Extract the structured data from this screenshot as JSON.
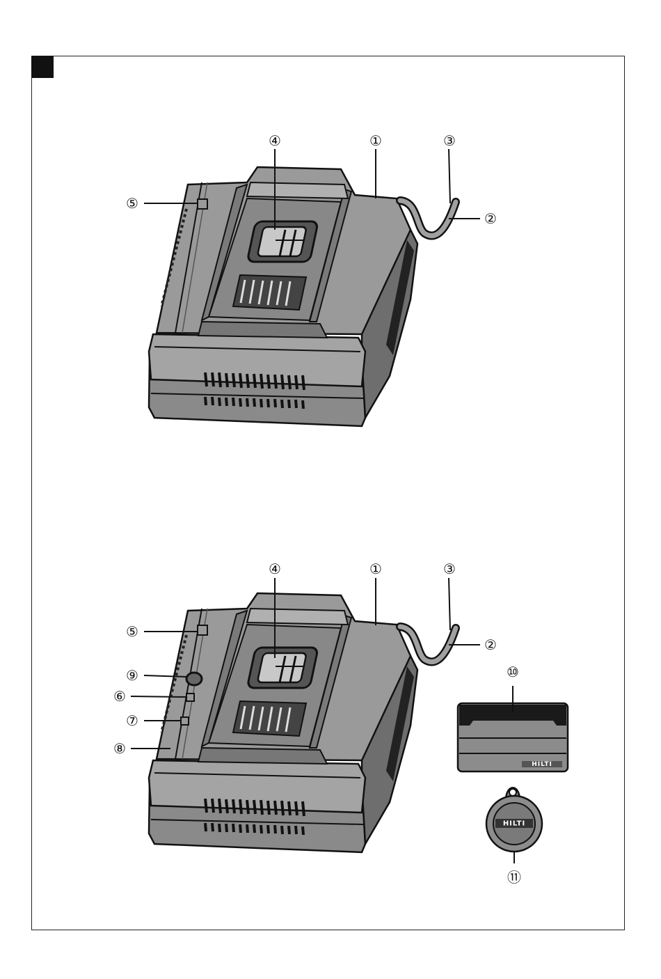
{
  "figure": {
    "views": [
      {
        "name": "charger-top-view",
        "callouts": [
          "①",
          "②",
          "③",
          "④",
          "⑤"
        ]
      },
      {
        "name": "charger-bottom-view",
        "callouts": [
          "①",
          "②",
          "③",
          "④",
          "⑤",
          "⑥",
          "⑦",
          "⑧",
          "⑨",
          "⑩",
          "⑪"
        ]
      }
    ],
    "accessory_logo_card": "HILTI",
    "accessory_logo_tag": "HILTI"
  },
  "colors": {
    "body": "#8c8c8c",
    "body_light": "#a9a9a9",
    "body_dark": "#6e6e6e",
    "outline": "#111111",
    "card_dark": "#1a1a1a"
  }
}
